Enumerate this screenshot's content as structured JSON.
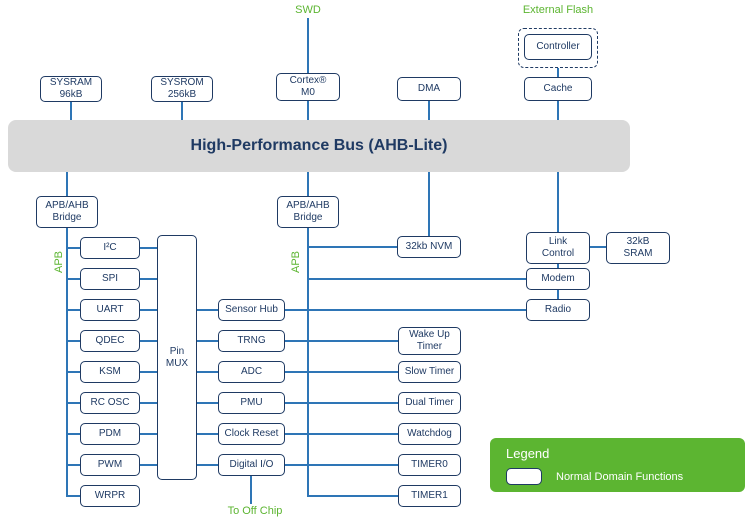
{
  "colors": {
    "navy": "#1f3a63",
    "line": "#2e75b6",
    "green": "#5cb531",
    "busbg": "#d9d9d9"
  },
  "labels": {
    "swd": "SWD",
    "external_flash": "External Flash",
    "apb_left": "APB",
    "apb_center": "APB",
    "to_off_chip": "To Off Chip"
  },
  "bus": {
    "title": "High-Performance Bus (AHB-Lite)"
  },
  "blocks": {
    "sysram": "SYSRAM\n96kB",
    "sysrom": "SYSROM\n256kB",
    "cortex": "Cortex®\nM0",
    "dma": "DMA",
    "controller": "Controller",
    "cache": "Cache",
    "bridge_left": "APB/AHB\nBridge",
    "bridge_center": "APB/AHB\nBridge",
    "nvm": "32kb NVM",
    "link_control": "Link\nControl",
    "sram": "32kB\nSRAM",
    "modem": "Modem",
    "radio": "Radio",
    "pin_mux": "Pin\nMUX",
    "i2c": "I²C",
    "spi": "SPI",
    "uart": "UART",
    "qdec": "QDEC",
    "ksm": "KSM",
    "rc_osc": "RC OSC",
    "pdm": "PDM",
    "pwm": "PWM",
    "wrpr": "WRPR",
    "sensor_hub": "Sensor Hub",
    "trng": "TRNG",
    "adc": "ADC",
    "pmu": "PMU",
    "clock_reset": "Clock Reset",
    "digital_io": "Digital I/O",
    "wakeup_timer": "Wake Up\nTimer",
    "slow_timer": "Slow Timer",
    "dual_timer": "Dual Timer",
    "watchdog": "Watchdog",
    "timer0": "TIMER0",
    "timer1": "TIMER1"
  },
  "legend": {
    "title": "Legend",
    "item": "Normal Domain Functions"
  }
}
